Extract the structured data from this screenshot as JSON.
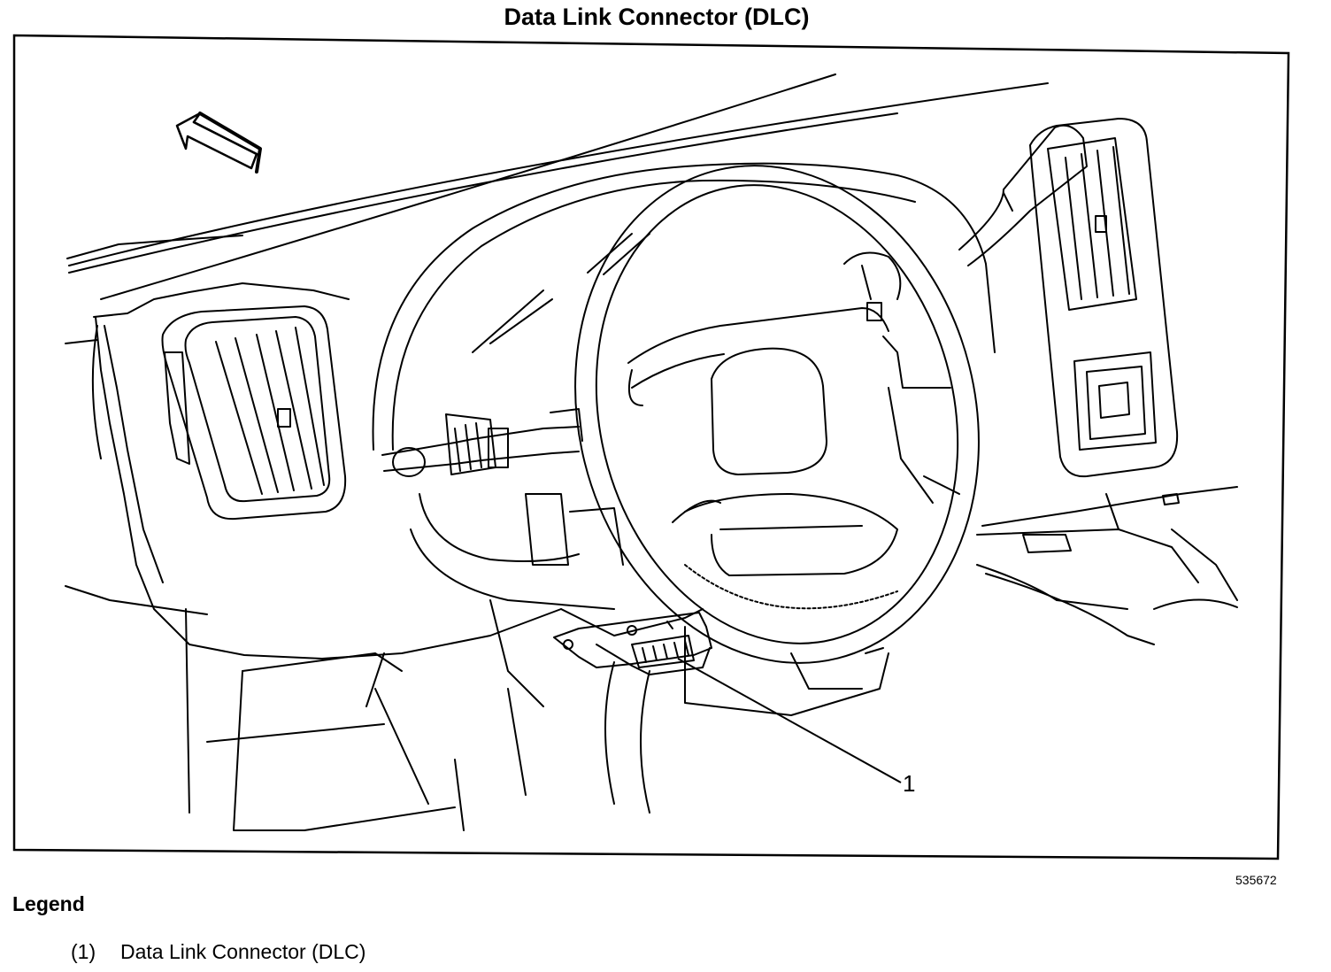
{
  "title": "Data Link Connector (DLC)",
  "figure_id": "535672",
  "callouts": [
    {
      "label": "1"
    }
  ],
  "legend": {
    "heading": "Legend",
    "items": [
      {
        "number": "(1)",
        "text": "Data Link Connector (DLC)"
      }
    ]
  }
}
